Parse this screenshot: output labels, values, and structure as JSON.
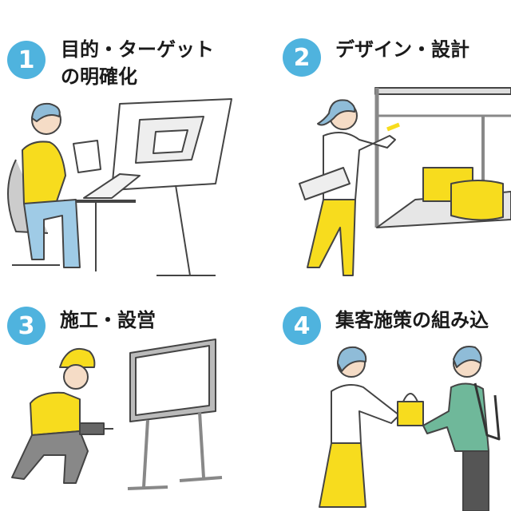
{
  "steps": [
    {
      "number": "1",
      "title_line1": "目的・ターゲット",
      "title_line2": "の明確化"
    },
    {
      "number": "2",
      "title_line1": "デザイン・設計"
    },
    {
      "number": "3",
      "title_line1": "施工・設営"
    },
    {
      "number": "4",
      "title_line1": "集客施策の組み込"
    }
  ],
  "colors": {
    "badge": "#4fb3de",
    "accent_yellow": "#f7dc1e",
    "hair": "#8fbcd8",
    "line": "#444444"
  }
}
